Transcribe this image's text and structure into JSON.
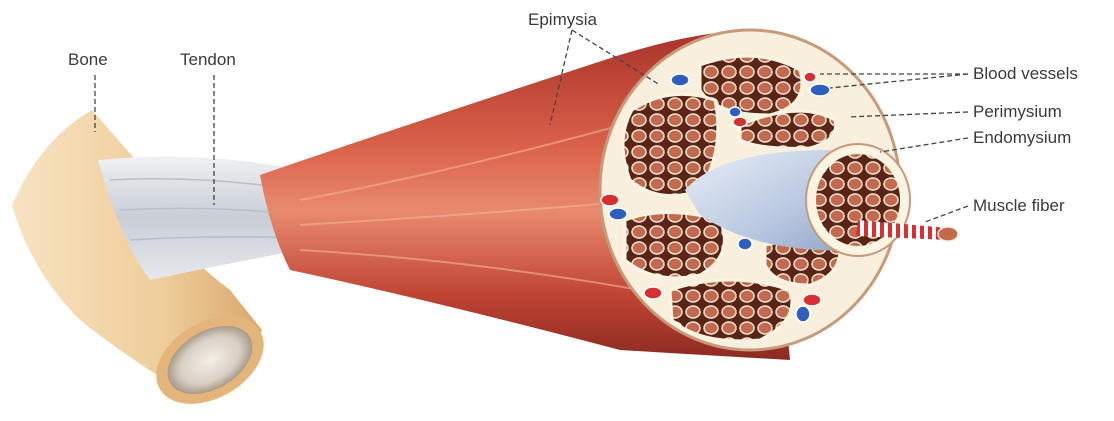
{
  "labels": {
    "bone": "Bone",
    "tendon": "Tendon",
    "epimysia": "Epimysia",
    "blood_vessels": "Blood vessels",
    "perimysium": "Perimysium",
    "endomysium": "Endomysium",
    "muscle_fiber": "Muscle fiber"
  },
  "colors": {
    "muscle": "#c0392b",
    "muscle_dark": "#8e2a1e",
    "bone": "#f0d2a4",
    "tendon": "#d9dde2",
    "fascicle_border": "#6b2a1c",
    "fiber": "#b0553f",
    "vessel_red": "#d63031",
    "vessel_blue": "#2f5fbd",
    "sheath": "#fbf4e2"
  }
}
